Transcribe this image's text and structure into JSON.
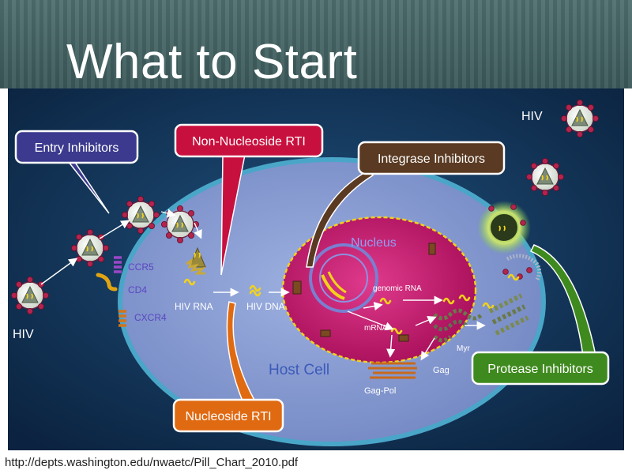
{
  "slide": {
    "title": "What to Start",
    "caption": "http://depts.washington.edu/nwaetc/Pill_Chart_2010.pdf"
  },
  "diagram": {
    "hiv_label_left": "HIV",
    "hiv_label_right": "HIV",
    "host_cell_label": "Host Cell",
    "nucleus_label": "Nucleus",
    "receptors": [
      "CCR5",
      "CD4",
      "CXCR4"
    ],
    "stages": {
      "hiv_rna": "HIV RNA",
      "hiv_dna": "HIV DNA",
      "genomic_rna": "genomic RNA",
      "mrna": "mRNA",
      "gag": "Gag",
      "gag_pol": "Gag-Pol",
      "myr": "Myr"
    },
    "callouts": {
      "entry_inhibitors": "Entry Inhibitors",
      "non_nucleoside_rti": "Non-Nucleoside RTI",
      "integrase_inhibitors": "Integrase Inhibitors",
      "nucleoside_rti": "Nucleoside RTI",
      "protease_inhibitors": "Protease Inhibitors"
    },
    "colors": {
      "entry_inhibitors": "#3b3a8e",
      "non_nucleoside_rti": "#c8103e",
      "integrase_inhibitors": "#5a3a22",
      "nucleoside_rti": "#e06a12",
      "protease_inhibitors": "#3f8a1e",
      "host_cell": "#8c9fd0",
      "nucleus": "#c8186e",
      "background": "#0e2745"
    }
  }
}
